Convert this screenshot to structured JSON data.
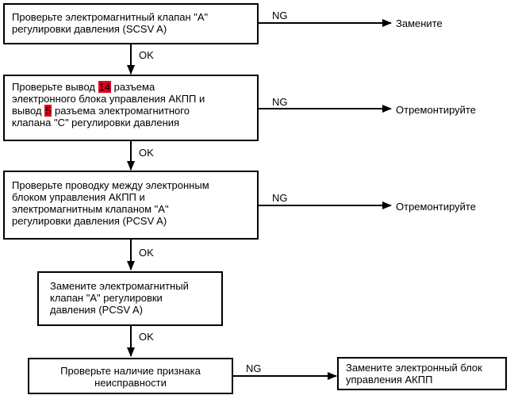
{
  "steps": {
    "step1": {
      "lines": [
        "Проверьте электромагнитный клапан \"A\"",
        "регулировки давления (SCSV A)"
      ]
    },
    "step2": {
      "line1_before": "Проверьте вывод ",
      "line1_highlight": "14",
      "line1_after": " разъема",
      "line2": "электронного блока управления АКПП и",
      "line3_before": "вывод ",
      "line3_highlight": "5",
      "line3_after": " разъема электромагнитного",
      "line4": "клапана \"C\" регулировки давления"
    },
    "step3": {
      "lines": [
        "Проверьте проводку между электронным",
        "блоком управления АКПП и",
        "электромагнитным клапаном \"A\"",
        "регулировки давления (PCSV A)"
      ]
    },
    "step4": {
      "lines": [
        "Замените электромагнитный",
        "клапан \"A\" регулировки",
        "давления (PCSV A)"
      ]
    },
    "step5": {
      "lines": [
        "Проверьте наличие признака",
        "неисправности"
      ]
    },
    "final_box": {
      "lines": [
        "Замените электронный блок",
        "управления АКПП"
      ]
    }
  },
  "results": {
    "r1": "Замените",
    "r2": "Отремонтируйте",
    "r3": "Отремонтируйте"
  },
  "labels": {
    "ok1": "OK",
    "ok2": "OK",
    "ok3": "OK",
    "ok4": "OK",
    "ng1": "NG",
    "ng2": "NG",
    "ng3": "NG",
    "ng4": "NG"
  },
  "colors": {
    "highlight": "#e3001b",
    "line": "#000000"
  }
}
